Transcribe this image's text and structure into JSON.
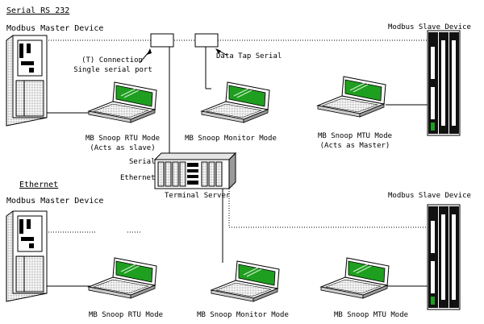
{
  "sections": {
    "serial_heading": "Serial RS 232",
    "ethernet_heading": "Ethernet"
  },
  "master_serial": {
    "label": "Modbus Master Device"
  },
  "master_ethernet": {
    "label": "Modbus Master Device"
  },
  "slave_serial": {
    "label": "Modbus Slave Device"
  },
  "slave_ethernet": {
    "label": "Modbus Slave Device"
  },
  "connection_note": {
    "line1": "(T) Connection",
    "line2": "Single serial port"
  },
  "data_tap": {
    "label": "Data Tap Serial"
  },
  "laptops_serial": [
    {
      "line1": "MB Snoop RTU Mode",
      "line2": "(Acts as slave)"
    },
    {
      "line1": "MB Snoop Monitor Mode",
      "line2": ""
    },
    {
      "line1": "MB Snoop MTU Mode",
      "line2": "(Acts as Master)"
    }
  ],
  "laptops_ethernet": [
    {
      "line1": "MB Snoop RTU Mode"
    },
    {
      "line1": "MB Snoop Monitor Mode"
    },
    {
      "line1": "MB Snoop MTU Mode"
    }
  ],
  "terminal_server": {
    "label": "Terminal Server",
    "port_serial": "Serial",
    "port_ethernet": "Ethernet"
  },
  "colors": {
    "screen": "#1f9f1f",
    "line": "#000000",
    "device": "#c8c8c8"
  }
}
